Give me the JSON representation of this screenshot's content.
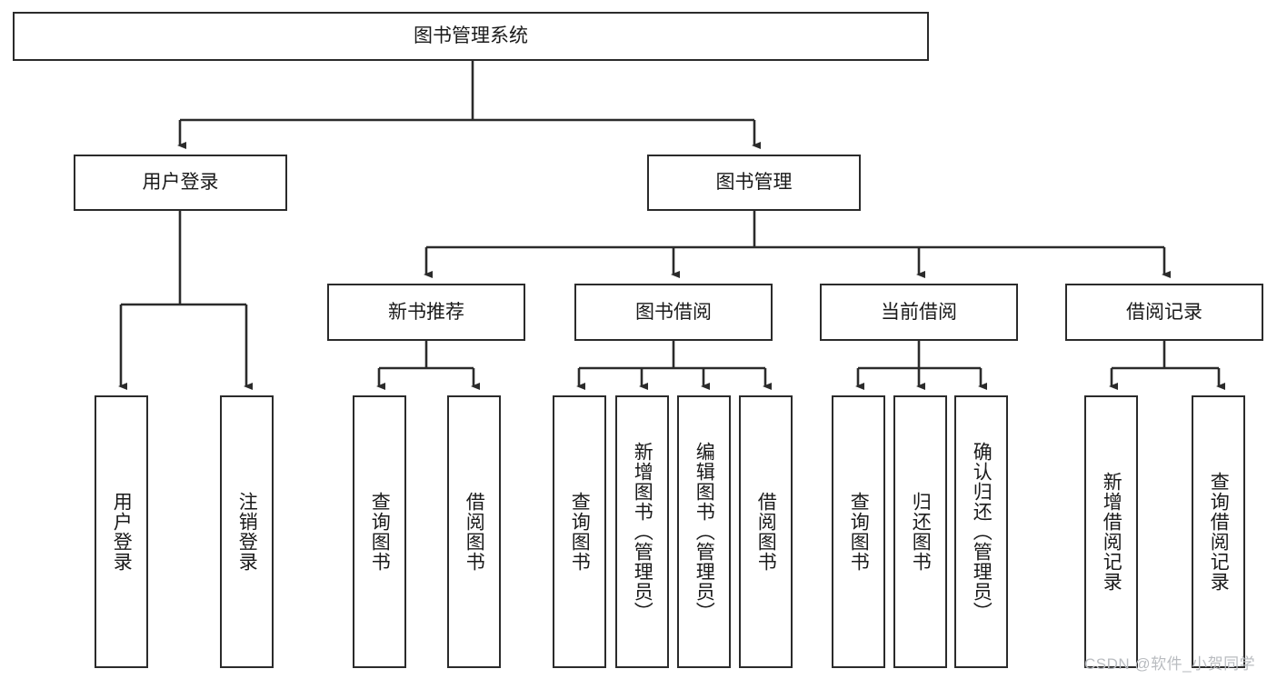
{
  "diagram": {
    "title": "图书管理系统",
    "type": "tree-hierarchy",
    "root": {
      "label": "图书管理系统"
    },
    "level1": [
      {
        "label": "用户登录"
      },
      {
        "label": "图书管理"
      }
    ],
    "level2": [
      {
        "label": "新书推荐"
      },
      {
        "label": "图书借阅"
      },
      {
        "label": "当前借阅"
      },
      {
        "label": "借阅记录"
      }
    ],
    "leaves_user_login": [
      {
        "label": "用户登录"
      },
      {
        "label": "注销登录"
      }
    ],
    "leaves_new_book": [
      {
        "label": "查询图书"
      },
      {
        "label": "借阅图书"
      }
    ],
    "leaves_book_borrow": [
      {
        "label": "查询图书"
      },
      {
        "label": "新增图书（管理员）"
      },
      {
        "label": "编辑图书（管理员）"
      },
      {
        "label": "借阅图书"
      }
    ],
    "leaves_current_borrow": [
      {
        "label": "查询图书"
      },
      {
        "label": "归还图书"
      },
      {
        "label": "确认归还（管理员）"
      }
    ],
    "leaves_borrow_record": [
      {
        "label": "新增借阅记录"
      },
      {
        "label": "查询借阅记录"
      }
    ],
    "watermark": "CSDN @软件_小贺同学",
    "colors": {
      "stroke": "#2b2b2b",
      "fill": "#ffffff",
      "text": "#1a1a1a",
      "watermark": "#b9bcc0"
    }
  }
}
